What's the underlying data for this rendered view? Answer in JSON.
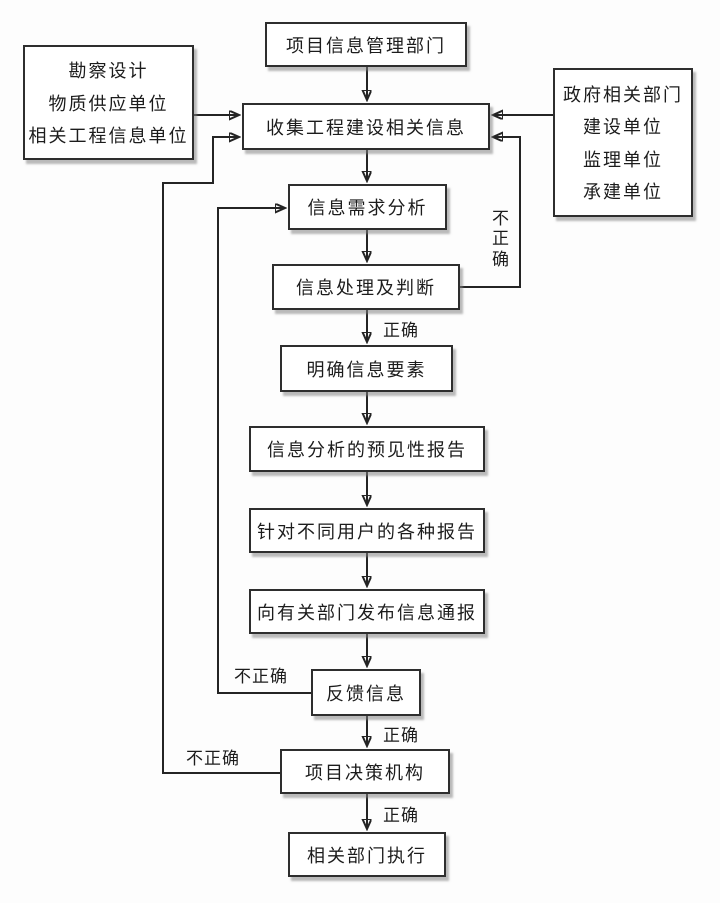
{
  "nodes": {
    "top_dept": {
      "label": "项目信息管理部门"
    },
    "left_sources": {
      "lines": [
        "勘察设计",
        "物质供应单位",
        "相关工程信息单位"
      ]
    },
    "right_sources": {
      "lines": [
        "政府相关部门",
        "建设单位",
        "监理单位",
        "承建单位"
      ]
    },
    "collect": {
      "label": "收集工程建设相关信息"
    },
    "demand": {
      "label": "信息需求分析"
    },
    "process": {
      "label": "信息处理及判断"
    },
    "clarify": {
      "label": "明确信息要素"
    },
    "forecast": {
      "label": "信息分析的预见性报告"
    },
    "reports": {
      "label": "针对不同用户的各种报告"
    },
    "notify": {
      "label": "向有关部门发布信息通报"
    },
    "feedback": {
      "label": "反馈信息"
    },
    "decision": {
      "label": "项目决策机构"
    },
    "execute": {
      "label": "相关部门执行"
    }
  },
  "edge_labels": {
    "correct": "正确",
    "incorrect": "不正确"
  },
  "colors": {
    "page_bg": "#fdfdfd",
    "box_bg": "#ffffff",
    "box_border": "#2e2e2e",
    "line": "#242424",
    "text": "#1c1c1c",
    "shadow": "#828282"
  }
}
